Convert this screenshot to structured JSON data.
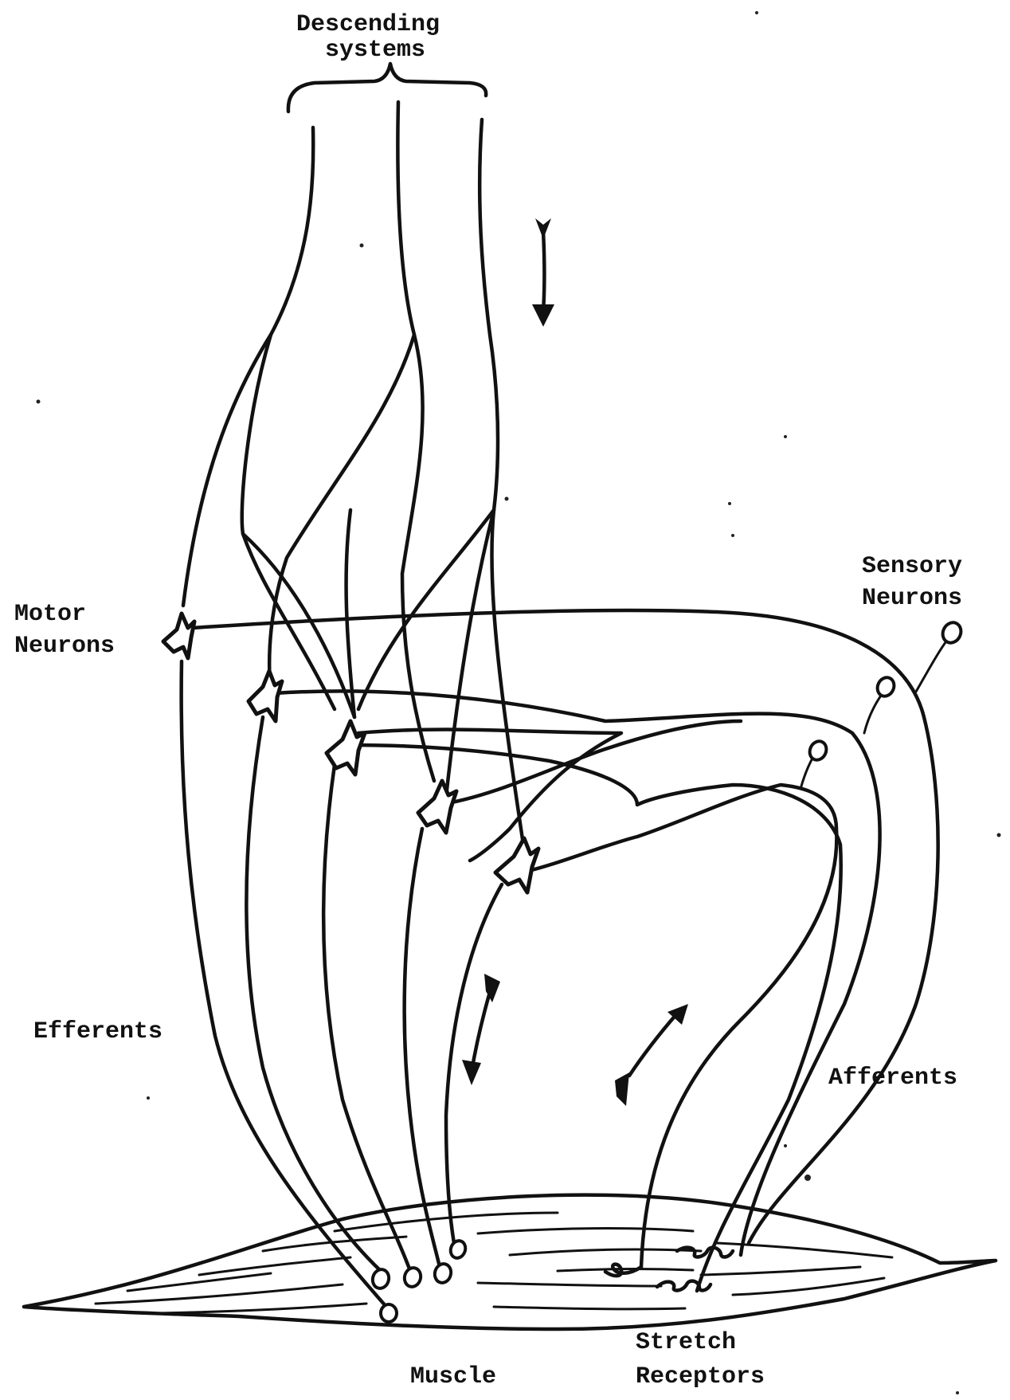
{
  "labels": {
    "descending_line1": "Descending",
    "descending_line2": "systems",
    "motor_line1": "Motor",
    "motor_line2": "Neurons",
    "sensory_line1": "Sensory",
    "sensory_line2": "Neurons",
    "efferents": "Efferents",
    "afferents": "Afferents",
    "muscle": "Muscle",
    "stretch_line1": "Stretch",
    "stretch_line2": "Receptors"
  },
  "colors": {
    "ink": "#111111",
    "paper": "#ffffff"
  }
}
